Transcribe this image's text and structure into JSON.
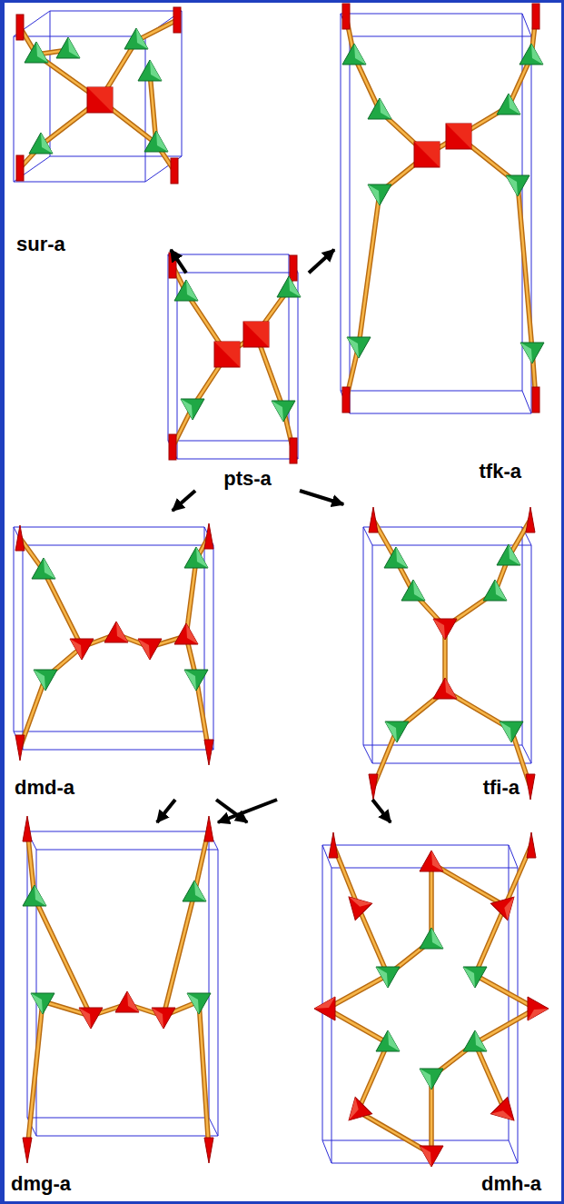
{
  "diagram": {
    "nodes": [
      {
        "text": [
          "sur-a"
        ]
      },
      {
        "text": [
          "tfk-a"
        ]
      },
      {
        "text": [
          "pts-a"
        ]
      },
      {
        "text": [
          "dmd-a"
        ]
      },
      {
        "text": [
          "tfi-a"
        ]
      },
      {
        "text": [
          "dmg-a"
        ]
      },
      {
        "text": [
          "dmh-a"
        ]
      }
    ],
    "edges": [
      {
        "from": 2,
        "to": 0,
        "arrow": "to"
      },
      {
        "from": 2,
        "to": 1,
        "arrow": "to"
      },
      {
        "from": 2,
        "to": 3,
        "arrow": "to"
      },
      {
        "from": 2,
        "to": 4,
        "arrow": "to"
      },
      {
        "from": 3,
        "to": 5,
        "arrow": "to"
      },
      {
        "from": 3,
        "to": 6,
        "arrow": "to"
      },
      {
        "from": 4,
        "to": 5,
        "arrow": "to"
      },
      {
        "from": 4,
        "to": 6,
        "arrow": "to"
      }
    ]
  }
}
